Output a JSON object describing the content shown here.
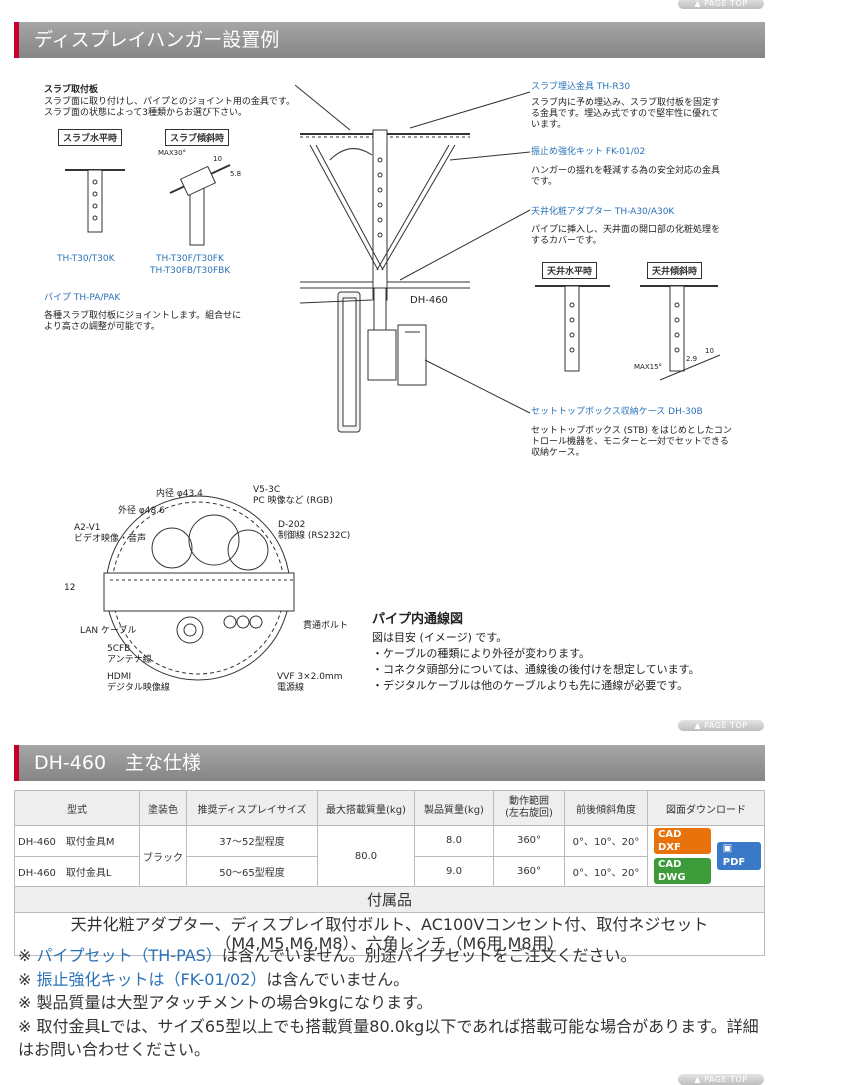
{
  "page_top_label": "▲ PAGE TOP",
  "section1": {
    "title": "ディスプレイハンガー設置例"
  },
  "diagram": {
    "slab_title": "スラブ取付板",
    "slab_desc1": "スラブ面に取り付けし、パイプとのジョイント用の金具です。",
    "slab_desc2": "スラブ面の状態によって3種類からお選び下さい。",
    "slab_level": "スラブ水平時",
    "slab_tilt": "スラブ傾斜時",
    "max30": "MAX30°",
    "dim10": "10",
    "dim58": "5.8",
    "model_t30": "TH-T30/T30K",
    "model_t30f1": "TH-T30F/T30FK",
    "model_t30f2": "TH-T30FB/T30FBK",
    "pipe_title": "パイプ TH-PA/PAK",
    "pipe_desc1": "各種スラブ取付板にジョイントします。組合せに",
    "pipe_desc2": "より高さの調整が可能です。",
    "dh460": "DH-460",
    "anchor_title": "スラブ埋込金具 TH-R30",
    "anchor_desc1": "スラブ内に予め埋込み、スラブ取付板を固定す",
    "anchor_desc2": "る金具です。埋込み式ですので堅牢性に優れて",
    "anchor_desc3": "います。",
    "seismic_title": "振止め強化キット FK-01/02",
    "seismic_desc1": "ハンガーの揺れを軽減する為の安全対応の金具",
    "seismic_desc2": "です。",
    "ceiling_title": "天井化粧アダプター TH-A30/A30K",
    "ceiling_desc1": "パイプに挿入し、天井面の開口部の化粧処理を",
    "ceiling_desc2": "するカバーです。",
    "ceiling_level": "天井水平時",
    "ceiling_tilt": "天井傾斜時",
    "max15": "MAX15°",
    "dim29": "2.9",
    "dim10b": "10",
    "stb_title": "セットトップボックス収納ケース DH-30B",
    "stb_desc1": "セットトップボックス (STB) をはじめとしたコン",
    "stb_desc2": "トロール機器を、モニターと一対でセットできる",
    "stb_desc3": "収納ケース。",
    "inner_dia": "内径 φ43.4",
    "outer_dia": "外径 φ48.6",
    "v5_3c": "V5-3C",
    "v5_3c_desc": "PC 映像など (RGB)",
    "a2_v1": "A2-V1",
    "a2_v1_desc": "ビデオ映像・音声",
    "d202": "D-202",
    "d202_desc": "制御線 (RS232C)",
    "dim12": "12",
    "lan": "LAN ケーブル",
    "bolt": "貫通ボルト",
    "cfb": "5CFB",
    "cfb_desc": "アンテナ線",
    "hdmi": "HDMI",
    "hdmi_desc": "デジタル映像線",
    "vvf": "VVF 3×2.0mm",
    "vvf_desc": "電源線",
    "pipe_wiring_title": "パイプ内通線図",
    "pipe_wiring_note1": "図は目安 (イメージ) です。",
    "pipe_wiring_note2": "・ケーブルの種類により外径が変わります。",
    "pipe_wiring_note3": "・コネクタ頭部分については、通線後の後付けを想定しています。",
    "pipe_wiring_note4": "・デジタルケーブルは他のケーブルよりも先に通線が必要です。"
  },
  "section2": {
    "title": "DH-460　主な仕様"
  },
  "spec": {
    "headers": [
      "型式",
      "塗装色",
      "推奨ディスプレイサイズ",
      "最大搭載質量(kg)",
      "製品質量(kg)",
      "動作範囲\n(左右旋回)",
      "前後傾斜角度",
      "図面ダウンロード"
    ],
    "color": "ブラック",
    "max_load": "80.0",
    "rows": [
      {
        "model": "DH-460　取付金具M",
        "size": "37〜52型程度",
        "weight": "8.0",
        "rotation": "360°",
        "tilt": "0°、10°、20°",
        "cad": "DXF"
      },
      {
        "model": "DH-460　取付金具L",
        "size": "50〜65型程度",
        "weight": "9.0",
        "rotation": "360°",
        "tilt": "0°、10°、20°",
        "cad": "DWG"
      }
    ],
    "cad_prefix": "CAD",
    "pdf": "PDF",
    "accessory_header": "付属品",
    "accessory_text": "天井化粧アダプター、ディスプレイ取付ボルト、AC100Vコンセント付、取付ネジセット（M4,M5,M6,M8）、六角レンチ（M6用,M8用）"
  },
  "notes": {
    "mark": "※",
    "n1_link": "パイプセット（TH-PAS）",
    "n1_text": "は含んでいません。別途パイプセットをご注文ください。",
    "n2_link": "振止強化キットは（FK-01/02）",
    "n2_text": "は含んでいません。",
    "n3": "製品質量は大型アタッチメントの場合9kgになります。",
    "n4": "取付金具Lでは、サイズ65型以上でも搭載質量80.0kg以下であれば搭載可能な場合があります。詳細はお問い合わせください。"
  },
  "colors": {
    "accent": "#c4002b",
    "link": "#2a72b8",
    "header_bg": "#959595"
  }
}
